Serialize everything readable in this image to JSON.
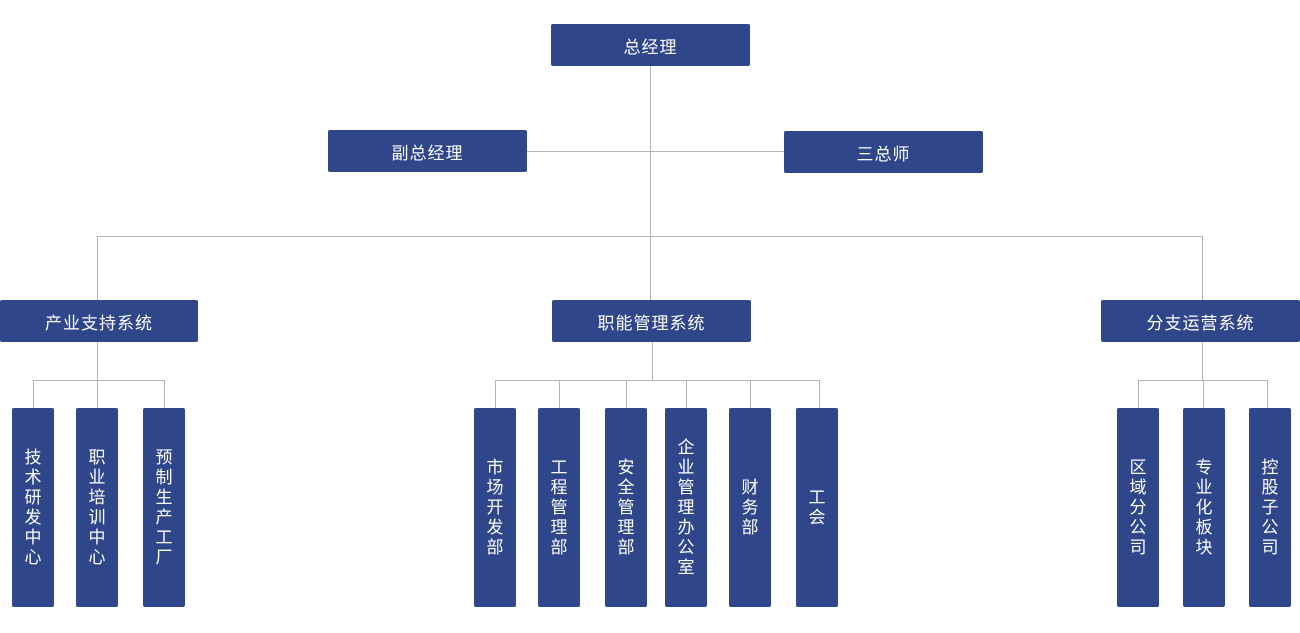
{
  "org_chart": {
    "root": {
      "label": "总经理"
    },
    "deputies": [
      {
        "label": "副总经理"
      },
      {
        "label": "三总师"
      }
    ],
    "systems": [
      {
        "label": "产业支持系统",
        "units": [
          "技术研发中心",
          "职业培训中心",
          "预制生产工厂"
        ]
      },
      {
        "label": "职能管理系统",
        "units": [
          "市场开发部",
          "工程管理部",
          "安全管理部",
          "企业管理办公室",
          "财务部",
          "工会"
        ]
      },
      {
        "label": "分支运营系统",
        "units": [
          "区域分公司",
          "专业化板块",
          "控股子公司"
        ]
      }
    ]
  },
  "colors": {
    "box_fill": "#2f468b",
    "box_text": "#ffffff",
    "connector": "#b4b4b4",
    "background": "#ffffff"
  }
}
